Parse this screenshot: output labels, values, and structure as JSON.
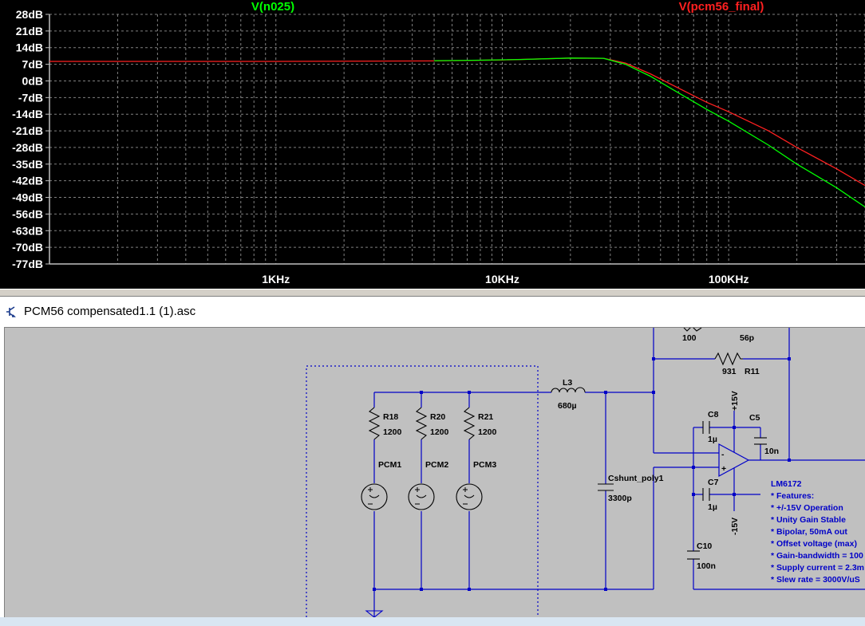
{
  "plot": {
    "traces": [
      {
        "name": "V(n025)",
        "color": "#00ff00"
      },
      {
        "name": "V(pcm56_final)",
        "color": "#ff2020"
      }
    ],
    "y_axis": {
      "unit": "dB",
      "ticks": [
        "28dB",
        "21dB",
        "14dB",
        "7dB",
        "0dB",
        "-7dB",
        "-14dB",
        "-21dB",
        "-28dB",
        "-35dB",
        "-42dB",
        "-49dB",
        "-56dB",
        "-63dB",
        "-70dB",
        "-77dB"
      ]
    },
    "x_axis": {
      "scale": "log",
      "ticks": [
        "1KHz",
        "10KHz",
        "100KHz"
      ]
    },
    "grid": true
  },
  "chart_data": {
    "type": "line",
    "x_scale": "log",
    "xlim": [
      100,
      400000
    ],
    "ylim": [
      -77,
      28
    ],
    "ylabel": "",
    "xlabel": "",
    "series": [
      {
        "name": "V(n025)",
        "color": "#00ff00",
        "x": [
          5000,
          8000,
          12000,
          20000,
          28000,
          35000,
          45000,
          60000,
          80000,
          100000,
          150000,
          200000,
          300000,
          400000
        ],
        "y": [
          8.5,
          8.7,
          9,
          9.6,
          9.5,
          7,
          2,
          -5,
          -12,
          -17,
          -27,
          -35,
          -45,
          -53
        ]
      },
      {
        "name": "V(pcm56_final)",
        "color": "#ff2020",
        "x": [
          100,
          1000,
          5000,
          10000,
          20000,
          28000,
          35000,
          45000,
          60000,
          80000,
          100000,
          150000,
          200000,
          300000,
          400000
        ],
        "y": [
          8.2,
          8.2,
          8.4,
          8.8,
          9.6,
          9.5,
          7.5,
          3,
          -3,
          -9,
          -13,
          -21,
          -28,
          -37,
          -44
        ]
      }
    ]
  },
  "window": {
    "title": "PCM56 compensated1.1 (1).asc",
    "icon": "ltspice-schematic-icon"
  },
  "schematic": {
    "labels": {
      "r_top_value": "100",
      "c_top_value": "56p",
      "r11_value": "931",
      "r11_name": "R11",
      "l3_name": "L3",
      "l3_value": "680µ",
      "r18_name": "R18",
      "r18_value": "1200",
      "r20_name": "R20",
      "r20_value": "1200",
      "r21_name": "R21",
      "r21_value": "1200",
      "pcm1": "PCM1",
      "pcm2": "PCM2",
      "pcm3": "PCM3",
      "cshunt_name": "Cshunt_poly1",
      "cshunt_value": "3300p",
      "c8_name": "C8",
      "c8_value": "1µ",
      "c5_name": "C5",
      "c5_value": "10n",
      "c7_name": "C7",
      "c7_value": "1µ",
      "c10_name": "C10",
      "c10_value": "100n",
      "vpos": "+15V",
      "vneg": "-15V",
      "opamp_minus": "-",
      "opamp_plus": "+"
    },
    "notes": [
      "LM6172",
      "* Features:",
      "* +/-15V Operation",
      "* Unity Gain Stable",
      "* Bipolar, 50mA out",
      "* Offset voltage (max)",
      "* Gain-bandwidth = 100",
      "* Supply current = 2.3m",
      "* Slew rate = 3000V/uS"
    ],
    "wire_color": "#0000c8"
  }
}
